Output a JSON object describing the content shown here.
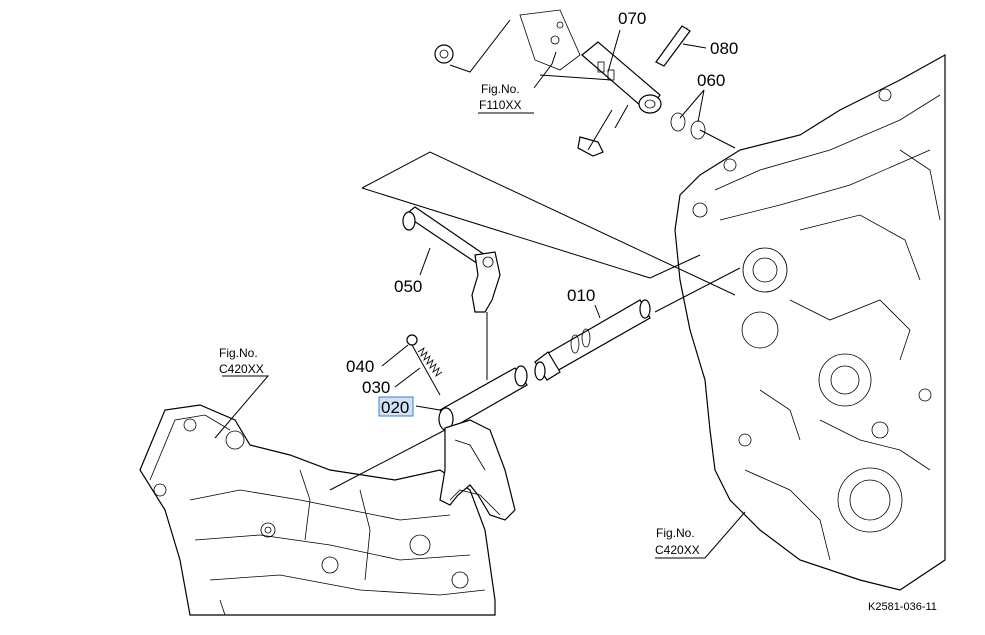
{
  "callouts": {
    "c010": "010",
    "c020": "020",
    "c030": "030",
    "c040": "040",
    "c050": "050",
    "c060": "060",
    "c070": "070",
    "c080": "080"
  },
  "figrefs": {
    "f110_title": "Fig.No.",
    "f110_code": "F110XX",
    "c420_left_title": "Fig.No.",
    "c420_left_code": "C420XX",
    "c420_right_title": "Fig.No.",
    "c420_right_code": "C420XX"
  },
  "diagram_code": "K2581-036-11",
  "highlight": {
    "selected_callout": "020",
    "color": "#cfe2f7",
    "border": "#3b7bd6"
  }
}
